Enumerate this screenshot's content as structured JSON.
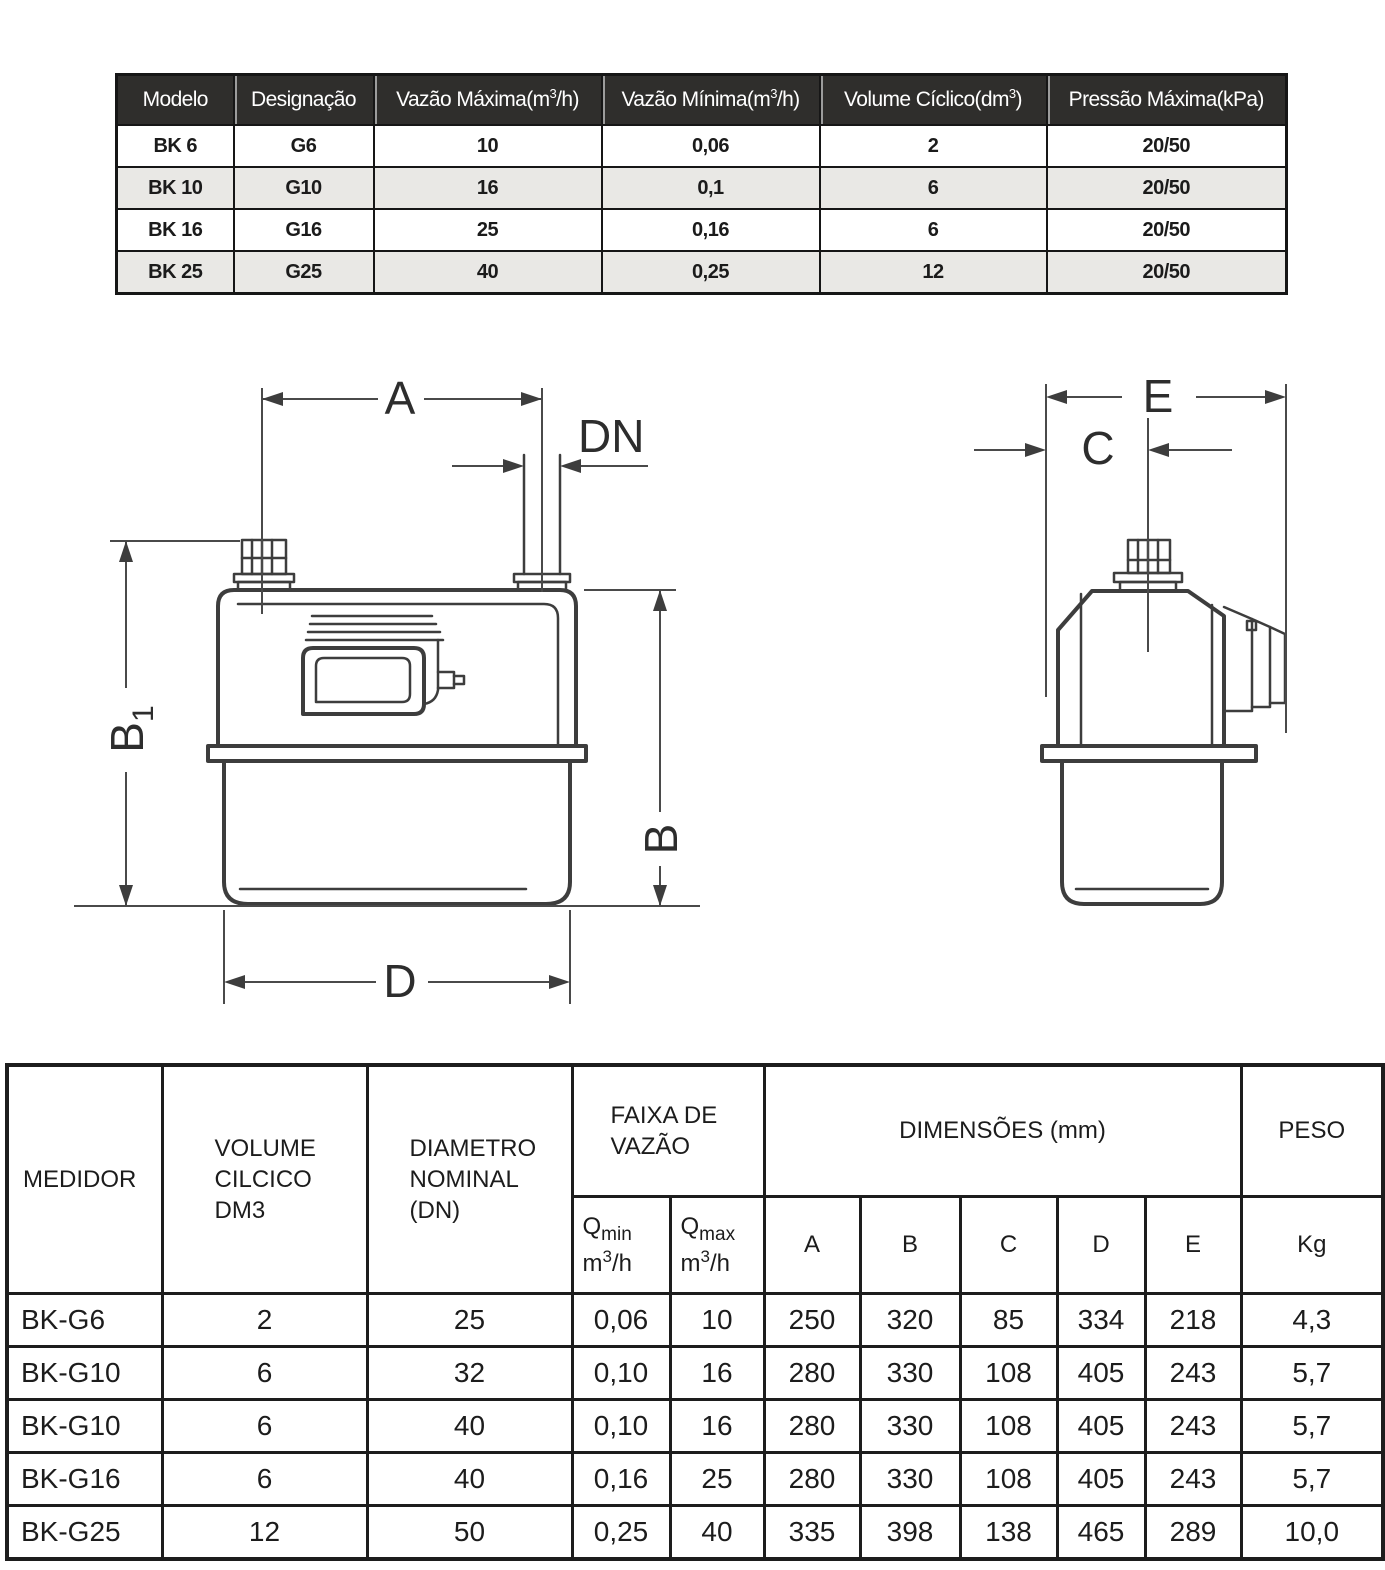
{
  "colors": {
    "header_bg": "#2f2e2c",
    "header_text": "#ffffff",
    "row_alt_bg": "#e9e8e5",
    "border": "#161616",
    "line": "#3d3d3d"
  },
  "spec_table": {
    "headers": [
      {
        "pre": "Modelo",
        "sup": "",
        "post": ""
      },
      {
        "pre": "Designação",
        "sup": "",
        "post": ""
      },
      {
        "pre": "Vazão Máxima(m",
        "sup": "3",
        "post": "/h)"
      },
      {
        "pre": "Vazão Mínima(m",
        "sup": "3",
        "post": "/h)"
      },
      {
        "pre": "Volume Cíclico(dm",
        "sup": "3",
        "post": ")"
      },
      {
        "pre": "Pressão Máxima(kPa)",
        "sup": "",
        "post": ""
      }
    ],
    "rows": [
      [
        "BK 6",
        "G6",
        "10",
        "0,06",
        "2",
        "20/50"
      ],
      [
        "BK 10",
        "G10",
        "16",
        "0,1",
        "6",
        "20/50"
      ],
      [
        "BK 16",
        "G16",
        "25",
        "0,16",
        "6",
        "20/50"
      ],
      [
        "BK 25",
        "G25",
        "40",
        "0,25",
        "12",
        "20/50"
      ]
    ]
  },
  "diagram": {
    "labels": {
      "a": "A",
      "dn": "DN",
      "b1_base": "B",
      "b1_sub": "1",
      "b": "B",
      "d": "D",
      "e": "E",
      "c": "C"
    }
  },
  "dim_table": {
    "header": {
      "medidor": "MEDIDOR",
      "volume": "VOLUME CILCICO DM3",
      "diametro": "DIAMETRO NOMINAL (DN)",
      "faixa": "FAIXA DE VAZÃO",
      "dimensoes": "DIMENSÕES (mm)",
      "peso": "PESO",
      "qmin_base": "Q",
      "qmin_sub": "min",
      "qmax_base": "Q",
      "qmax_sub": "max",
      "unit_pre": "m",
      "unit_sup": "3",
      "unit_post": "/h",
      "dims": [
        "A",
        "B",
        "C",
        "D",
        "E"
      ],
      "kg": "Kg"
    },
    "rows": [
      [
        "BK-G6",
        "2",
        "25",
        "0,06",
        "10",
        "250",
        "320",
        "85",
        "334",
        "218",
        "4,3"
      ],
      [
        "BK-G10",
        "6",
        "32",
        "0,10",
        "16",
        "280",
        "330",
        "108",
        "405",
        "243",
        "5,7"
      ],
      [
        "BK-G10",
        "6",
        "40",
        "0,10",
        "16",
        "280",
        "330",
        "108",
        "405",
        "243",
        "5,7"
      ],
      [
        "BK-G16",
        "6",
        "40",
        "0,16",
        "25",
        "280",
        "330",
        "108",
        "405",
        "243",
        "5,7"
      ],
      [
        "BK-G25",
        "12",
        "50",
        "0,25",
        "40",
        "335",
        "398",
        "138",
        "465",
        "289",
        "10,0"
      ]
    ]
  }
}
